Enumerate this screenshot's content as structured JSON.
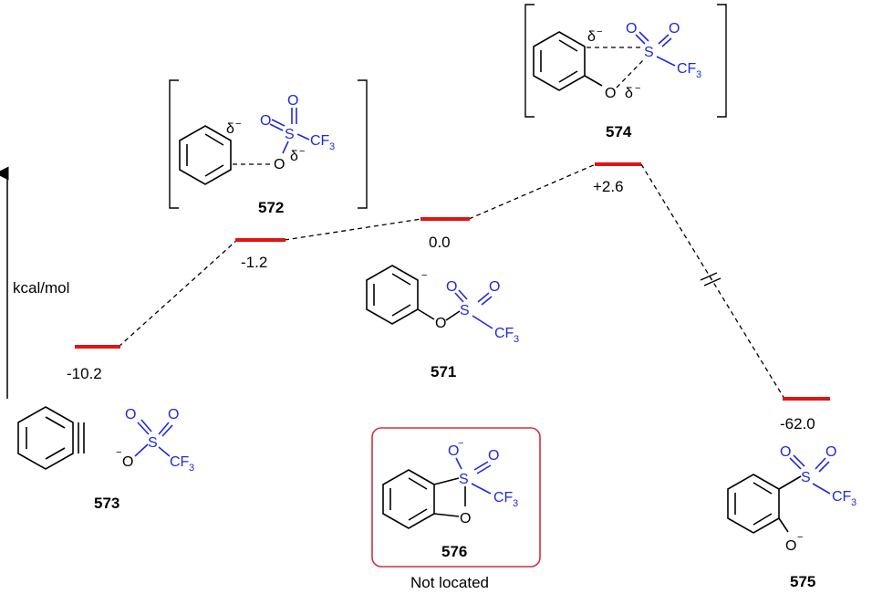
{
  "axis": {
    "label": "kcal/mol"
  },
  "levels": [
    {
      "id": "573",
      "energy": "-10.2"
    },
    {
      "id": "572",
      "energy": "-1.2"
    },
    {
      "id": "571",
      "energy": "0.0"
    },
    {
      "id": "574",
      "energy": "+2.6"
    },
    {
      "id": "575",
      "energy": "-62.0"
    }
  ],
  "compounds": {
    "c573": "573",
    "c572": "572",
    "c571": "571",
    "c574": "574",
    "c575": "575",
    "c576": "576"
  },
  "atoms": {
    "O": "O",
    "S": "S",
    "CF3": "CF",
    "sub3": "3",
    "minus": "−",
    "delta": "δ"
  },
  "box576": {
    "note": "Not located"
  },
  "colors": {
    "level": "#e01414",
    "sulfonyl": "#1f2bd6",
    "box": "#d03040"
  }
}
